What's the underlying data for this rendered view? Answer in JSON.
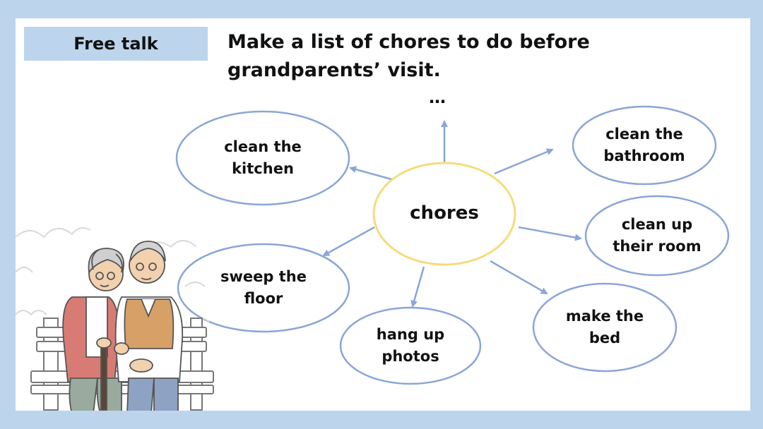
{
  "tag": "Free talk",
  "prompt": "Make a list of chores to do before grandparents’ visit.",
  "ellipsis": "…",
  "center": "chores",
  "nodes": [
    {
      "id": "kitchen",
      "label": "clean the kitchen"
    },
    {
      "id": "bathroom",
      "label": "clean the bathroom"
    },
    {
      "id": "room",
      "label": "clean up their room"
    },
    {
      "id": "bed",
      "label": "make the bed"
    },
    {
      "id": "photos",
      "label": "hang up photos"
    },
    {
      "id": "floor",
      "label": "sweep the floor"
    }
  ],
  "colors": {
    "background": "#bcd5ec",
    "tag_fill": "#bcd5ec",
    "center_stroke": "#f5dc7a",
    "node_stroke": "#8aa6d6",
    "arrow": "#8aa6d6"
  },
  "illustration": "elderly-couple-on-bench"
}
